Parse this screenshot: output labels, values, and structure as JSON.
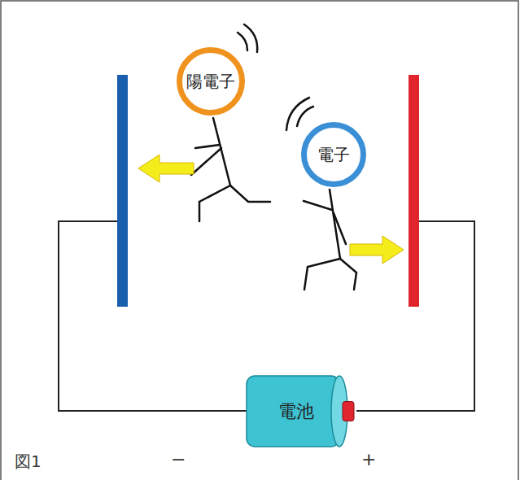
{
  "diagram": {
    "nodes": [
      {
        "text": [
          "陽電子"
        ]
      },
      {
        "text": [
          "電子"
        ]
      },
      {
        "text": [
          "電池"
        ]
      }
    ],
    "labels": [
      "−",
      "+",
      "図1"
    ]
  }
}
